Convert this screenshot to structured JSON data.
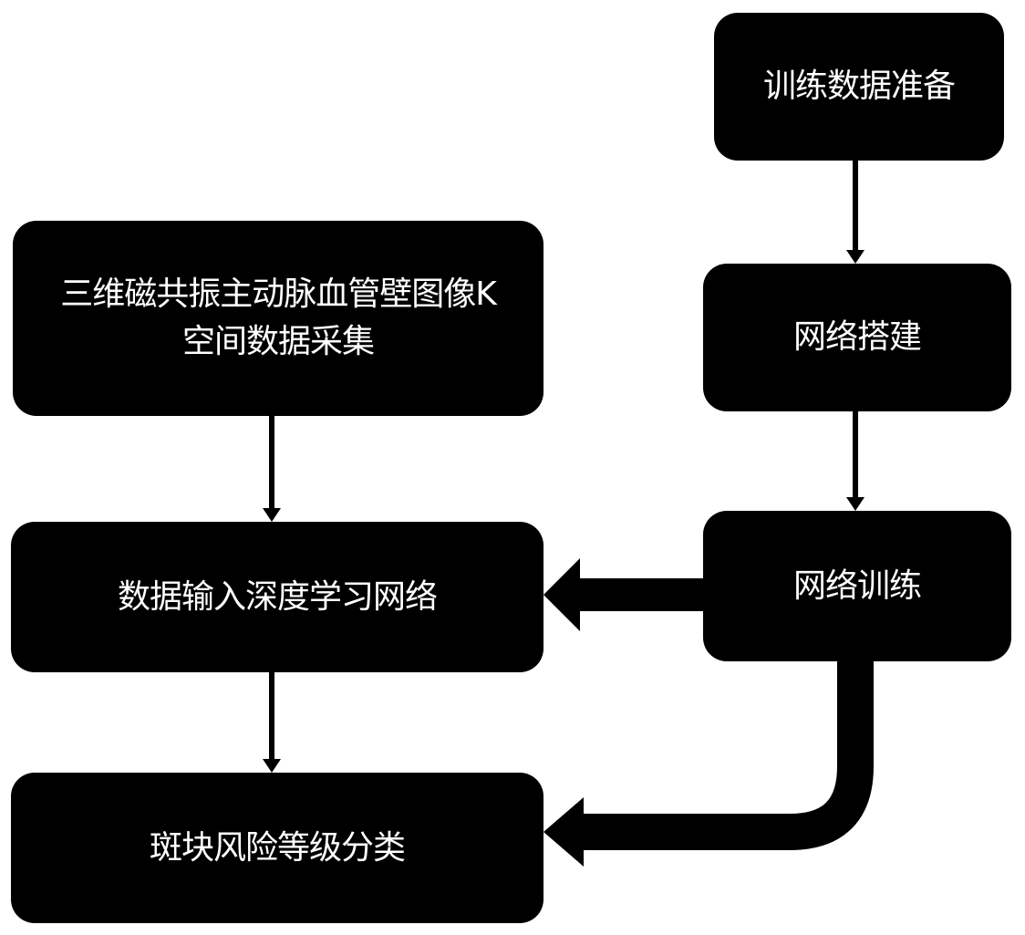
{
  "diagram": {
    "nodes": {
      "prepare": "训练数据准备",
      "build": "网络搭建",
      "train": "网络训练",
      "acquire": "三维磁共振主动脉血管壁图像K空间数据采集",
      "input": "数据输入深度学习网络",
      "classify": "斑块风险等级分类"
    },
    "edges": [
      {
        "from": "prepare",
        "to": "build"
      },
      {
        "from": "build",
        "to": "train"
      },
      {
        "from": "acquire",
        "to": "input"
      },
      {
        "from": "train",
        "to": "input"
      },
      {
        "from": "input",
        "to": "classify"
      },
      {
        "from": "train",
        "to": "classify"
      }
    ],
    "colors": {
      "box": "#000000",
      "text": "#ffffff",
      "arrow": "#000000",
      "background": "#ffffff"
    }
  }
}
